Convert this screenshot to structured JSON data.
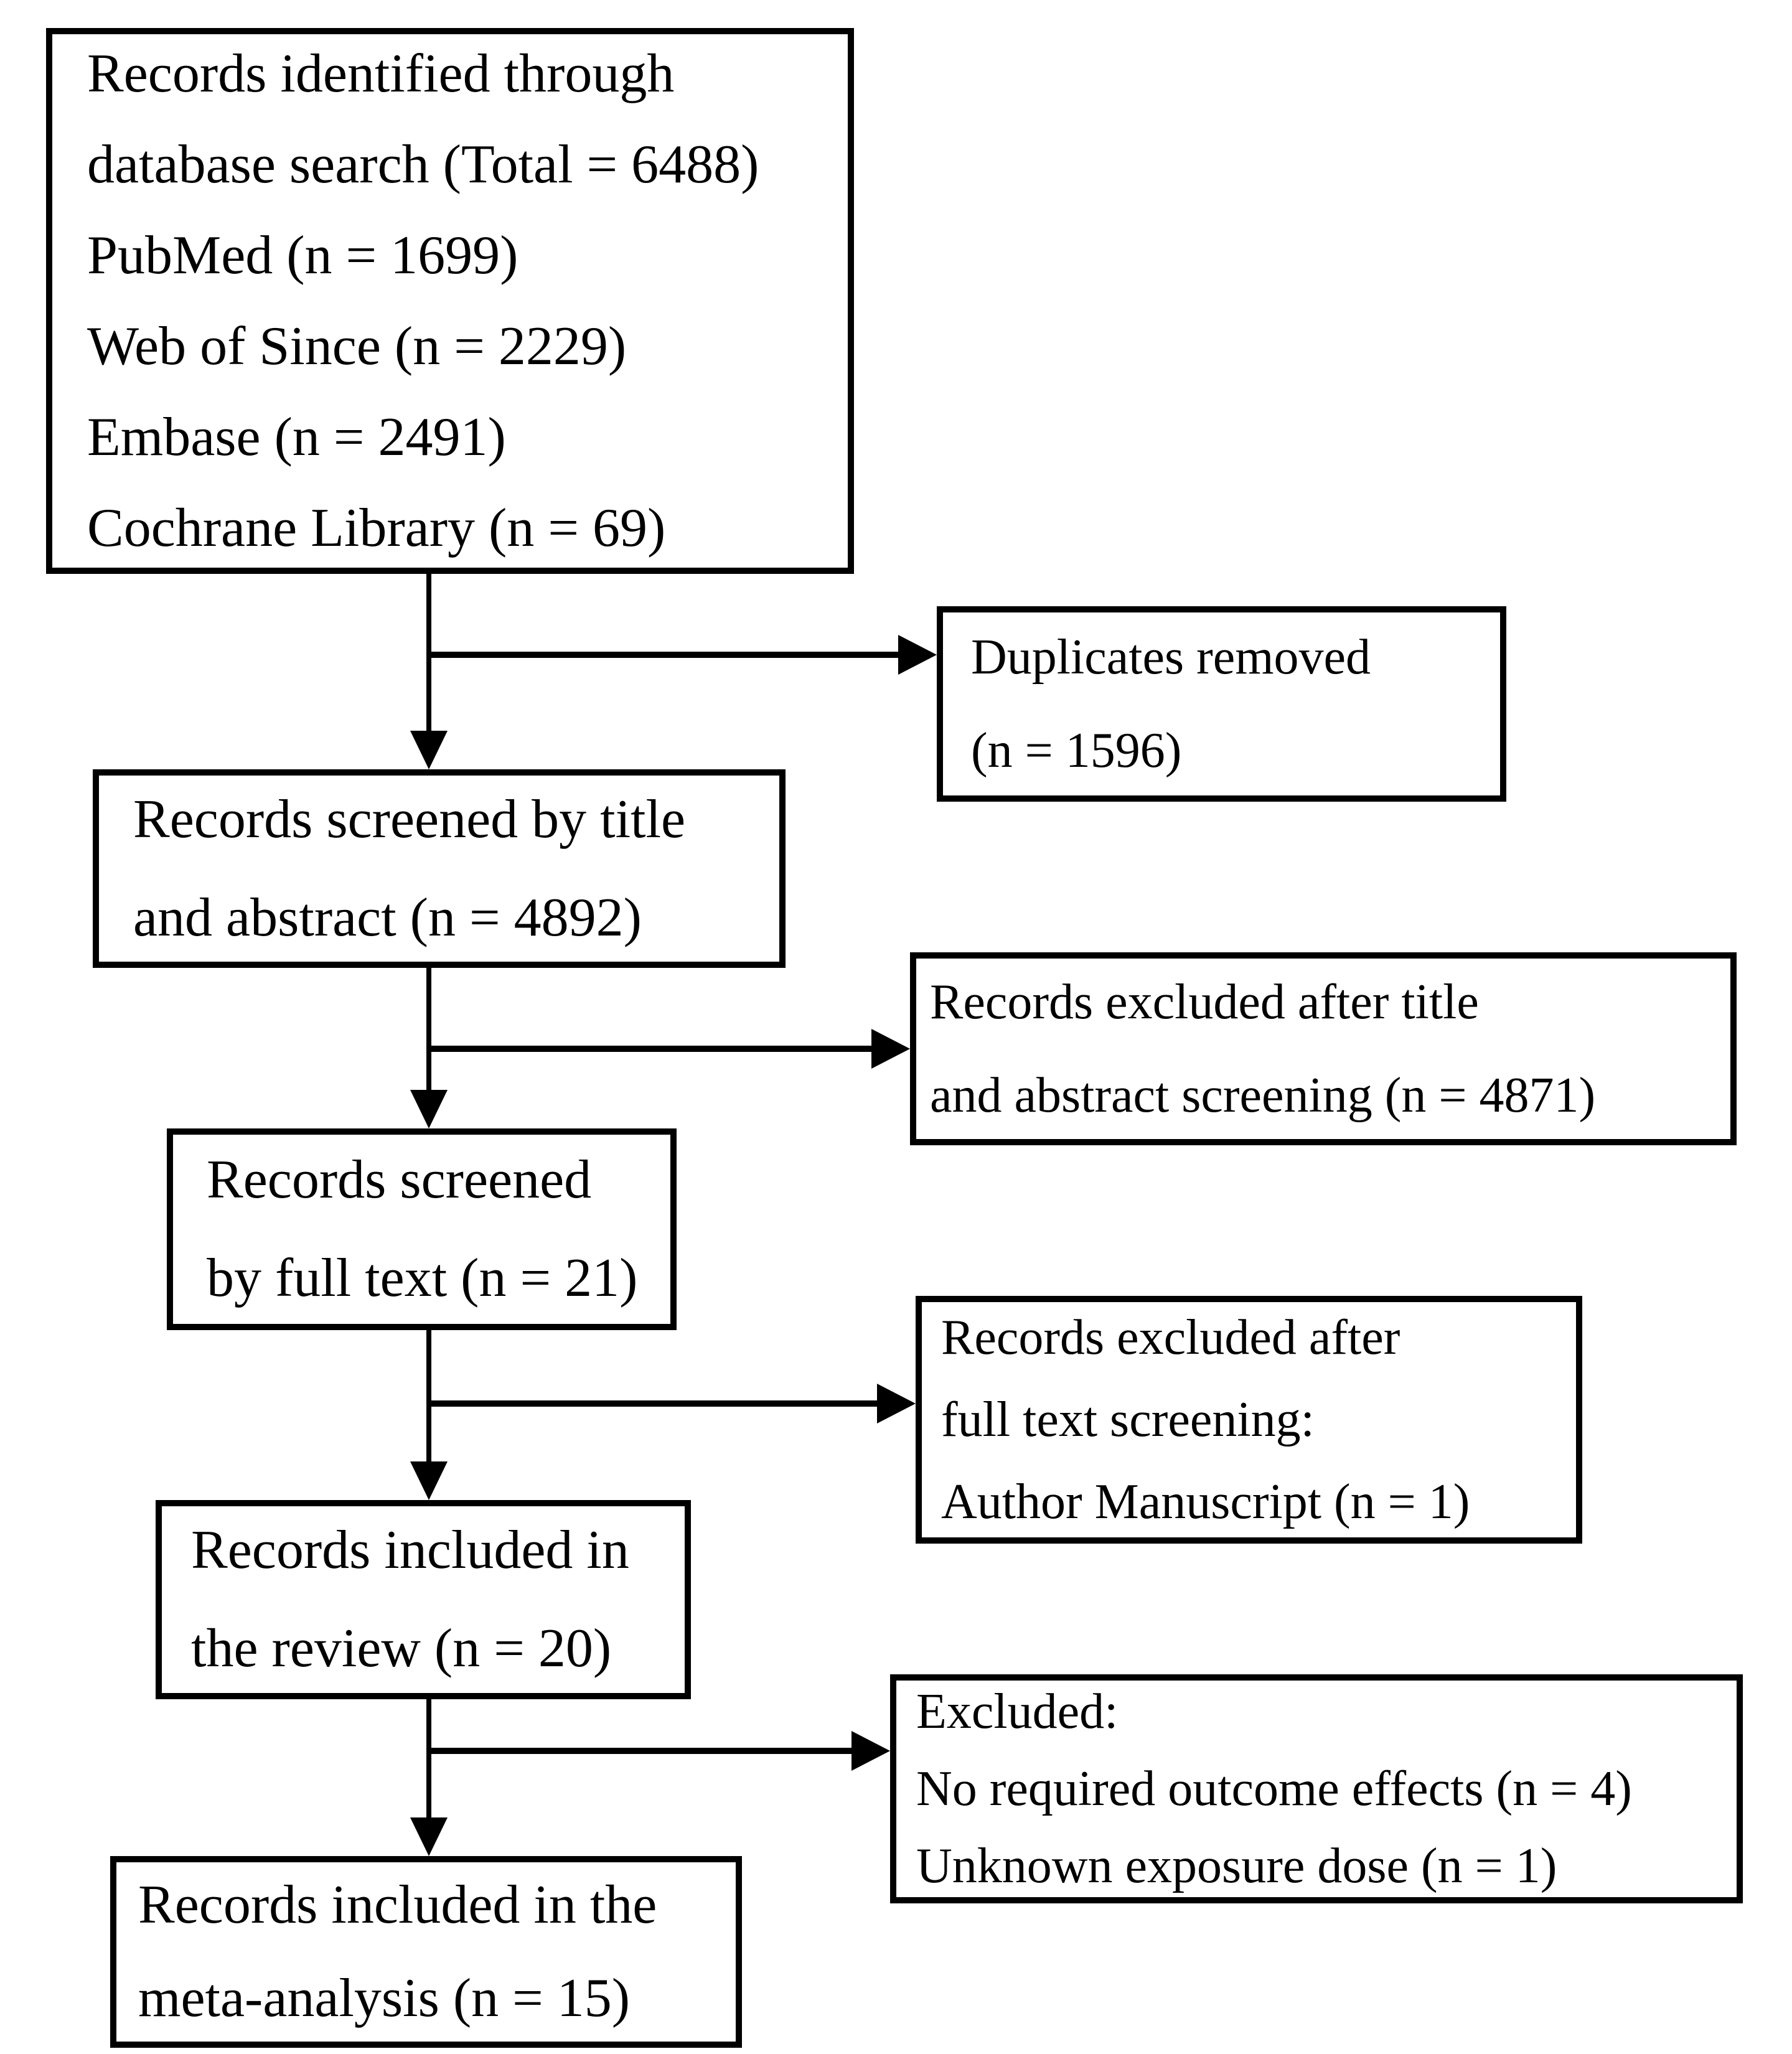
{
  "colors": {
    "background": "#ffffff",
    "line": "#000000",
    "text": "#000000"
  },
  "flowchart": {
    "identification_box": {
      "lines": [
        "Records identified through",
        "database search (Total = 6488)",
        "PubMed (n = 1699)",
        "Web of Since (n = 2229)",
        "Embase (n = 2491)",
        "Cochrane Library (n = 69)"
      ]
    },
    "duplicates_removed_box": {
      "lines": [
        "Duplicates removed",
        "(n = 1596)"
      ]
    },
    "title_abstract_screened_box": {
      "lines": [
        "Records screened by title",
        "and abstract (n = 4892)"
      ]
    },
    "title_abstract_excluded_box": {
      "lines": [
        "Records excluded after title",
        "and abstract screening (n = 4871)"
      ]
    },
    "fulltext_screened_box": {
      "lines": [
        "Records screened",
        "by full text (n = 21)"
      ]
    },
    "fulltext_excluded_box": {
      "lines": [
        "Records excluded after",
        "full text screening:",
        "Author Manuscript (n = 1)"
      ]
    },
    "review_included_box": {
      "lines": [
        "Records included in",
        "the review (n = 20)"
      ]
    },
    "meta_analysis_excluded_box": {
      "lines": [
        "Excluded:",
        "No required outcome effects (n = 4)",
        "Unknown exposure dose (n = 1)"
      ]
    },
    "meta_analysis_included_box": {
      "lines": [
        "Records included in the",
        "meta-analysis (n = 15)"
      ]
    }
  }
}
